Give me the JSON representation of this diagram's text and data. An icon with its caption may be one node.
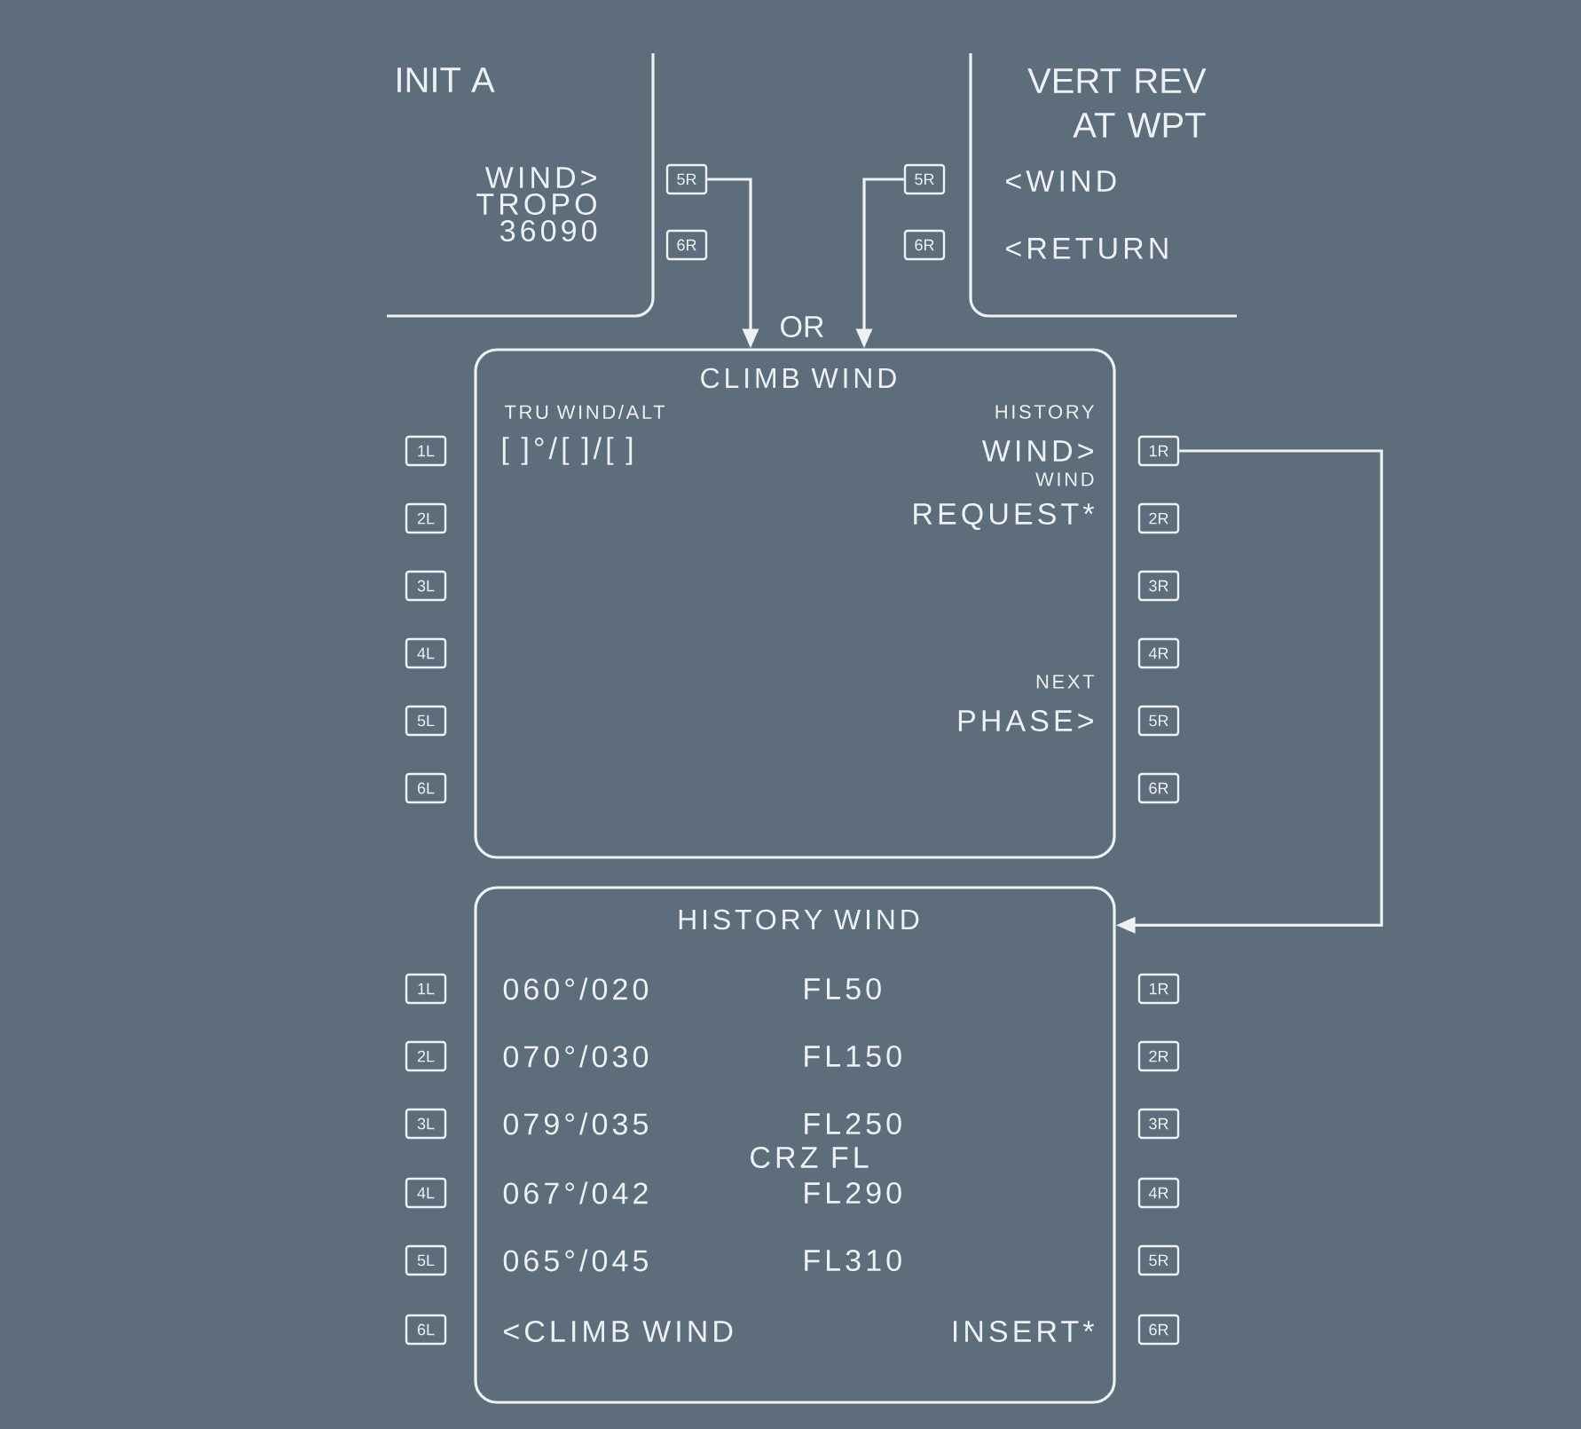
{
  "diagram": {
    "nodes": [
      {
        "text": [
          "INIT A",
          "WIND>",
          "TROPO",
          "36090"
        ]
      },
      {
        "text": [
          "5R"
        ]
      },
      {
        "text": [
          "6R"
        ]
      },
      {
        "text": [
          "VERT REV AT WPT",
          "<WIND",
          "<RETURN"
        ]
      },
      {
        "text": [
          "5R"
        ]
      },
      {
        "text": [
          "6R"
        ]
      },
      {
        "text": [
          "CLIMB WIND",
          "TRU WIND/ALT",
          "[ ]°/[ ]/[ ]",
          "HISTORY",
          "WIND>",
          "WIND",
          "REQUEST*",
          "NEXT",
          "PHASE>"
        ]
      },
      {
        "text": [
          "1L"
        ]
      },
      {
        "text": [
          "2L"
        ]
      },
      {
        "text": [
          "3L"
        ]
      },
      {
        "text": [
          "4L"
        ]
      },
      {
        "text": [
          "5L"
        ]
      },
      {
        "text": [
          "6L"
        ]
      },
      {
        "text": [
          "1R"
        ]
      },
      {
        "text": [
          "2R"
        ]
      },
      {
        "text": [
          "3R"
        ]
      },
      {
        "text": [
          "4R"
        ]
      },
      {
        "text": [
          "5R"
        ]
      },
      {
        "text": [
          "6R"
        ]
      },
      {
        "text": [
          "HISTORY WIND",
          "060°/020",
          "FL50",
          "070°/030",
          "FL150",
          "079°/035",
          "FL250",
          "CRZ FL",
          "067°/042",
          "FL290",
          "065°/045",
          "FL310",
          "<CLIMB WIND",
          "INSERT*"
        ]
      },
      {
        "text": [
          "1L"
        ]
      },
      {
        "text": [
          "2L"
        ]
      },
      {
        "text": [
          "3L"
        ]
      },
      {
        "text": [
          "4L"
        ]
      },
      {
        "text": [
          "5L"
        ]
      },
      {
        "text": [
          "6L"
        ]
      },
      {
        "text": [
          "1R"
        ]
      },
      {
        "text": [
          "2R"
        ]
      },
      {
        "text": [
          "3R"
        ]
      },
      {
        "text": [
          "4R"
        ]
      },
      {
        "text": [
          "5R"
        ]
      },
      {
        "text": [
          "6R"
        ]
      }
    ],
    "edges": [
      {
        "from": 1,
        "to": 6,
        "arrow": "to"
      },
      {
        "from": 4,
        "to": 6,
        "arrow": "to"
      },
      {
        "from": 13,
        "to": 19,
        "arrow": "to"
      }
    ],
    "labels": [
      "OR"
    ]
  }
}
